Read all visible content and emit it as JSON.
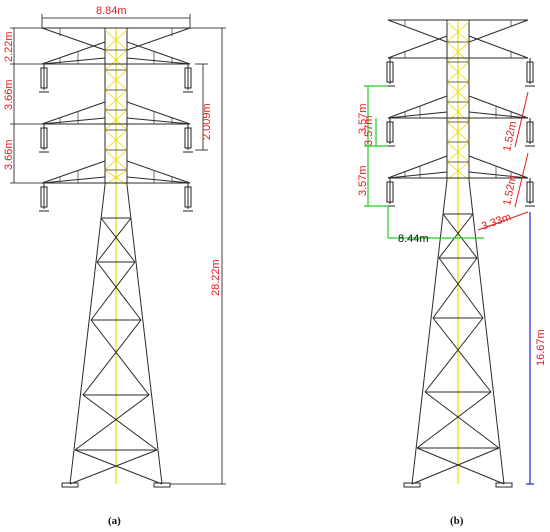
{
  "figure": {
    "caption_a": "(a)",
    "caption_b": "(b)"
  },
  "tower_a": {
    "labels": {
      "top_width": "8.84m",
      "top_gap": "2.22m",
      "arm_spacing_1": "3.66m",
      "arm_spacing_2": "3.66m",
      "insulator_drop": "2.009m",
      "total_height": "28.22m"
    }
  },
  "tower_b": {
    "labels": {
      "left_spacing_1": "3.57m",
      "left_spacing_2": "3.57m",
      "inner_spacing": "3.57m",
      "right_diag_1": "1.52m",
      "right_diag_2": "1.52m",
      "horizontal_span": "8.44m",
      "diagonal_span": "3.33m",
      "ground_height": "16.67m"
    }
  },
  "colors": {
    "steel": "#2a2a2a",
    "axis": "#e8e000",
    "dimension_red": "#e02020",
    "dimension_green": "#22cc22",
    "dimension_blue": "#2222dd"
  }
}
